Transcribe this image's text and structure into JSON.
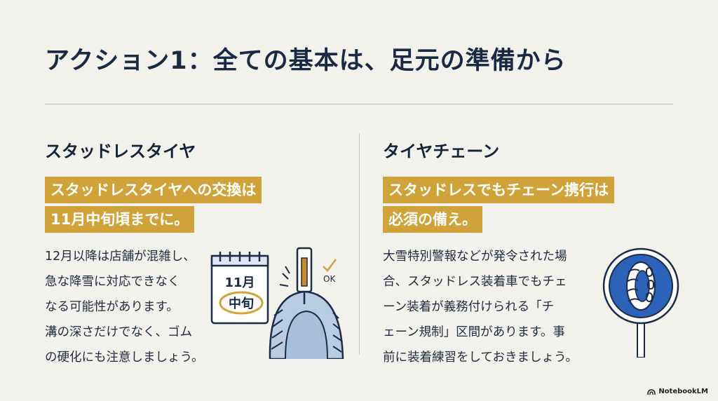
{
  "title": "アクション1：全ての基本は、足元の準備から",
  "left": {
    "heading": "スタッドレスタイヤ",
    "highlight_lines": [
      "スタッドレスタイヤへの交換は",
      "11月中旬頃までに。"
    ],
    "body_lines": [
      "12月以降は店舗が混雑し、",
      "急な降雪に対応できなく",
      "なる可能性があります。",
      "溝の深さだけでなく、ゴム",
      "の硬化にも注意しましょう。"
    ],
    "calendar_month": "11月",
    "calendar_period": "中旬",
    "gauge_ok": "OK"
  },
  "right": {
    "heading": "タイヤチェーン",
    "highlight_lines": [
      "スタッドレスでもチェーン携行は",
      "必須の備え。"
    ],
    "body_lines": [
      "大雪特別警報などが発令された場",
      "合、スタッドレス装着車でもチェ",
      "ーン装着が義務付けられる「チ",
      "ェーン規制」区間があります。事",
      "前に装着練習をしておきましょう。"
    ]
  },
  "footer": {
    "brand": "NotebookLM",
    "icon": "notebooklm-logo-icon"
  },
  "colors": {
    "accent": "#d0a33a",
    "navy": "#1a2a45",
    "sign_blue": "#2c63b8",
    "background": "#f3f1ec"
  }
}
